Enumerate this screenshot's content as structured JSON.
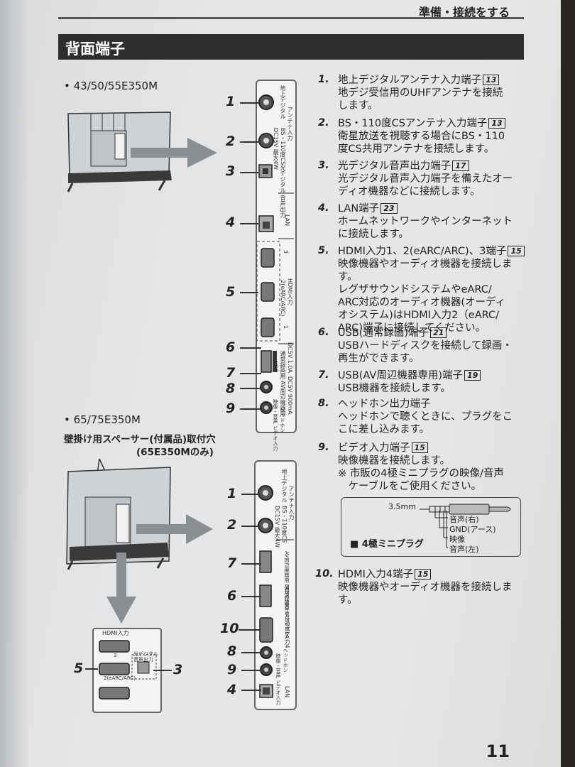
{
  "running_head": "準備・接続をする",
  "section_title": "背面端子",
  "models": {
    "a": "• 43/50/55E350M",
    "b": "• 65/75E350M"
  },
  "spacer_note": {
    "line1": "壁掛け用スペーサー(付属品)取付穴",
    "line2": "(65E350Mのみ)"
  },
  "panel_a_labels": {
    "l1": "地上デジタル",
    "l2a": "BS・110度CS",
    "l2b": "DC15V 最大4W",
    "l2c": "アンテナ入力",
    "l3": "光デジタル 音声出力",
    "l4": "LAN",
    "l5a": "3",
    "l5b": "2(eARC/ARC)",
    "l5c": "HDMI入力",
    "l5d": "1",
    "l6a": "DC5V 1.0A",
    "l6b": "通常録画用",
    "l6c": "USB",
    "l7a": "AV周辺機器用",
    "l7b": "DC5V 900mA",
    "l8": "ヘッドホン",
    "l9": "映像・音声 ビデオ入力"
  },
  "panel_b_labels": {
    "l1": "地上デジタル",
    "l2a": "BS・110度CS",
    "l2b": "DC15V 最大4W",
    "l2c": "アンテナ入力",
    "l7": "AV周辺機器用 DC5V 900mA",
    "l6": "通常録画用 DC5V 1.0A",
    "l10": "HDMI入力4",
    "l8": "ヘッドホン",
    "l9": "映像・音声 ビデオ入力",
    "l4": "LAN"
  },
  "inset": {
    "hdmi": "HDMI入力",
    "p3": "3",
    "p2": "2(eARC/ARC)",
    "optical": "光デジタル 音声出力"
  },
  "callouts": {
    "a": [
      "1",
      "2",
      "3",
      "4",
      "5",
      "6",
      "7",
      "8",
      "9"
    ],
    "b": [
      "1",
      "2",
      "7",
      "6",
      "10",
      "8",
      "9",
      "4"
    ],
    "inset_left": "5",
    "inset_right": "3"
  },
  "items": [
    {
      "n": "1.",
      "lines": [
        "地上デジタルアンテナ入力端子"
      ],
      "ref": "13",
      "rest": [
        "地デジ受信用のUHFアンテナを接続",
        "します。"
      ]
    },
    {
      "n": "2.",
      "lines": [
        "BS・110度CSアンテナ入力端子"
      ],
      "ref": "13",
      "rest": [
        "衛星放送を視聴する場合にBS・110",
        "度CS共用アンテナを接続します。"
      ]
    },
    {
      "n": "3.",
      "lines": [
        "光デジタル音声出力端子"
      ],
      "ref": "17",
      "rest": [
        "光デジタル音声入力端子を備えたオー",
        "ディオ機器などに接続します。"
      ]
    },
    {
      "n": "4.",
      "lines": [
        "LAN端子"
      ],
      "ref": "23",
      "rest": [
        "ホームネットワークやインターネット",
        "に接続します。"
      ]
    },
    {
      "n": "5.",
      "lines": [
        "HDMI入力1、2(eARC/ARC)、3端子"
      ],
      "ref": "15",
      "rest": [
        "映像機器やオーディオ機器を接続します。",
        "レグザサウンドシステムやeARC/",
        "ARC対応のオーディオ機器(オーディ",
        "オシステム)はHDMI入力2（eARC/",
        "ARC)端子に接続してください。"
      ]
    },
    {
      "n": "6.",
      "lines": [
        "USB(通常録画)端子"
      ],
      "ref": "21",
      "rest": [
        "USBハードディスクを接続して録画・",
        "再生ができます。"
      ]
    },
    {
      "n": "7.",
      "lines": [
        "USB(AV周辺機器専用)端子"
      ],
      "ref": "19",
      "rest": [
        "USB機器を接続します。"
      ]
    },
    {
      "n": "8.",
      "lines": [
        "ヘッドホン出力端子"
      ],
      "ref": "",
      "rest": [
        "ヘッドホンで聴くときに、プラグをこ",
        "こに差し込みます。"
      ]
    },
    {
      "n": "9.",
      "lines": [
        "ビデオ入力端子"
      ],
      "ref": "15",
      "rest": [
        "映像機器を接続します。",
        "※ 市販の4極ミニプラグの映像/音声",
        "　ケーブルをご使用ください。"
      ]
    },
    {
      "n": "10.",
      "lines": [
        "HDMI入力4端子"
      ],
      "ref": "15",
      "rest": [
        "映像機器やオーディオ機器を接続します。"
      ]
    }
  ],
  "plug": {
    "size": "3.5mm",
    "title": "■ 4極ミニプラグ",
    "labels": [
      "音声(右)",
      "GND(アース)",
      "映像",
      "音声(左)"
    ]
  },
  "page_number": "11",
  "colors": {
    "ink": "#222222",
    "bar": "#2e2e2e",
    "panel": "#f4f4f4",
    "arrow": "#8a8f94"
  }
}
